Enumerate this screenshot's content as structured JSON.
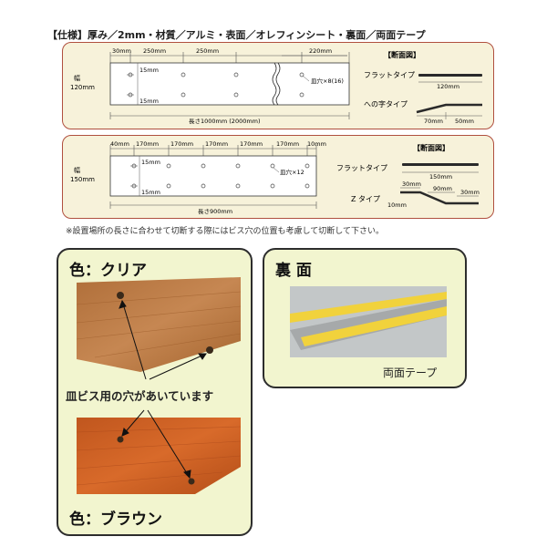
{
  "spec": {
    "title": "【仕様】厚み／2mm・材質／アルミ・表面／オレフィンシート・裏面／両面テープ"
  },
  "panel1": {
    "width_label_line1": "幅",
    "width_label_line2": "120mm",
    "dims_top": [
      "30mm",
      "250mm",
      "250mm",
      "220mm"
    ],
    "hole_offset_top": "15mm",
    "hole_offset_bottom": "15mm",
    "hole_note": "皿穴×8(16)",
    "length_label": "長さ1000mm (2000mm)",
    "section_title": "【断面図】",
    "type1_label": "フラットタイプ",
    "type1_dim": "120mm",
    "type2_label": "への字タイプ",
    "type2_dims": [
      "70mm",
      "50mm"
    ]
  },
  "panel2": {
    "width_label_line1": "幅",
    "width_label_line2": "150mm",
    "dims_top": [
      "40mm",
      "170mm",
      "170mm",
      "170mm",
      "170mm",
      "170mm",
      "10mm"
    ],
    "hole_offset_top": "15mm",
    "hole_offset_bottom": "15mm",
    "hole_note": "皿穴×12",
    "length_label": "長さ900mm",
    "section_title": "【断面図】",
    "type1_label": "フラットタイプ",
    "type1_dim": "150mm",
    "type2_label": "Z タイプ",
    "type2_dims": [
      "30mm",
      "90mm",
      "30mm",
      "10mm"
    ]
  },
  "note": "※設置場所の長さに合わせて切断する際にはビス穴の位置も考慮して切断して下さい。",
  "color_panel": {
    "title_clear": "色：クリア",
    "hole_caption": "皿ビス用の穴があいています",
    "title_brown": "色：ブラウン"
  },
  "back_panel": {
    "title": "裏 面",
    "tape_label": "両面テープ"
  }
}
